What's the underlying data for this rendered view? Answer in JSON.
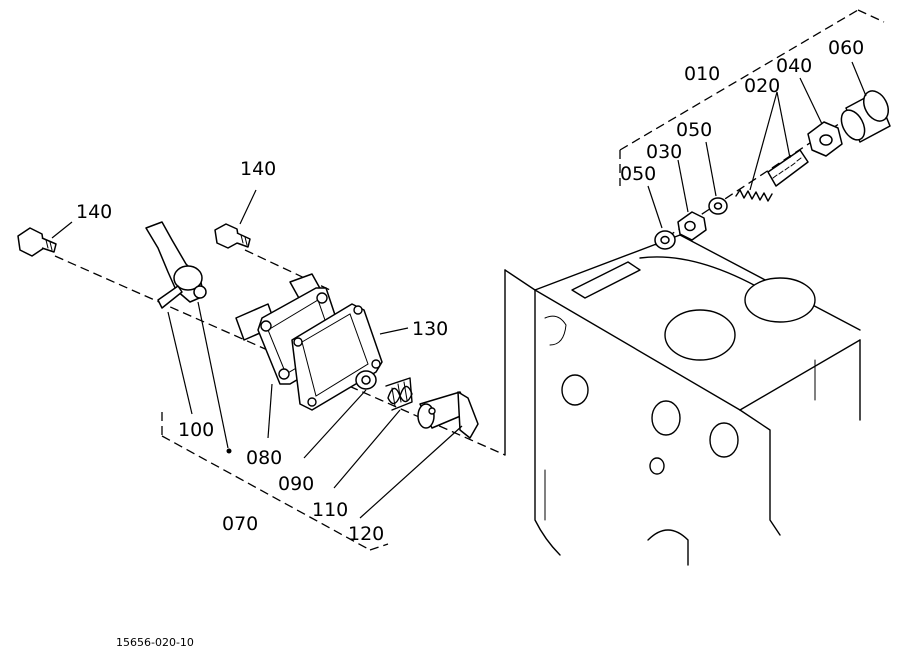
{
  "labels": {
    "p010": "010",
    "p020": "020",
    "p030": "030",
    "p040": "040",
    "p050a": "050",
    "p050b": "050",
    "p060": "060",
    "p070": "070",
    "p080": "080",
    "p090": "090",
    "p100": "100",
    "p110": "110",
    "p120": "120",
    "p130": "130",
    "p140a": "140",
    "p140b": "140"
  },
  "drawing_code": "15656-020-10"
}
